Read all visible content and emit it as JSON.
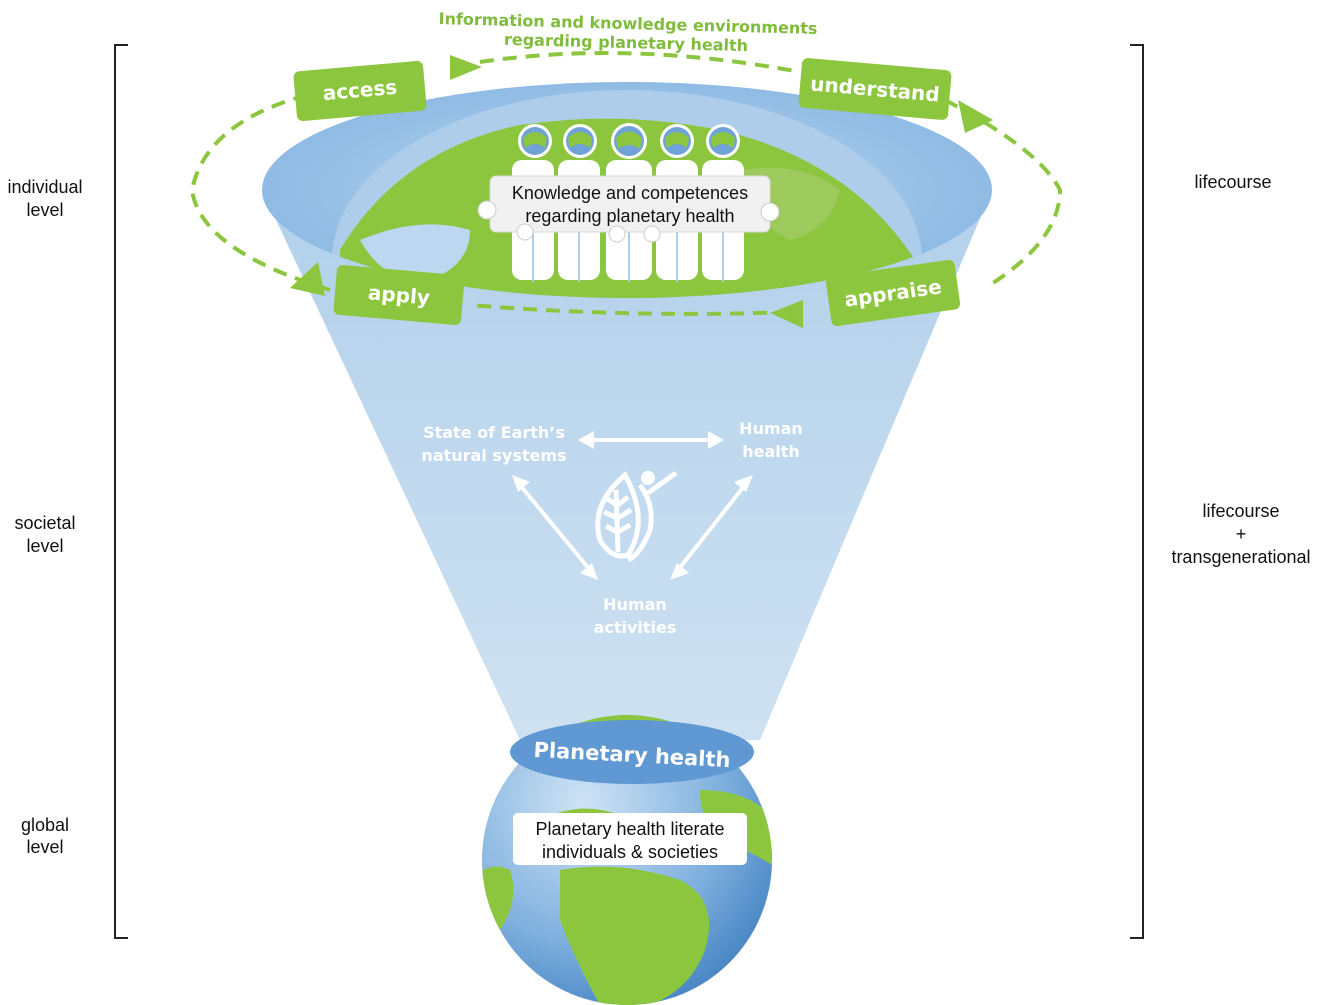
{
  "title": {
    "line1": "Information and knowledge environments",
    "line2": "regarding planetary health"
  },
  "cycle": {
    "access": "access",
    "understand": "understand",
    "appraise": "appraise",
    "apply": "apply"
  },
  "knowledge_box": {
    "line1": "Knowledge and competences",
    "line2": "regarding planetary health"
  },
  "triangle": {
    "earth_line1": "State of Earth’s",
    "earth_line2": "natural systems",
    "human_health_line1": "Human",
    "human_health_line2": "health",
    "activities_line1": "Human",
    "activities_line2": "activities"
  },
  "planetary_health": "Planetary health",
  "literate_box": {
    "line1": "Planetary health literate",
    "line2": "individuals & societies"
  },
  "left_levels": {
    "individual_1": "individual",
    "individual_2": "level",
    "societal_1": "societal",
    "societal_2": "level",
    "global_1": "global",
    "global_2": "level"
  },
  "right_labels": {
    "lifecourse": "lifecourse",
    "lifecourse2": "lifecourse",
    "plus": "+",
    "transgenerational": "transgenerational"
  },
  "colors": {
    "green": "#8cc63f",
    "funnel": "#b7d4ec",
    "ocean": "#6fa3d8",
    "dark_ocean": "#4a86c5"
  }
}
